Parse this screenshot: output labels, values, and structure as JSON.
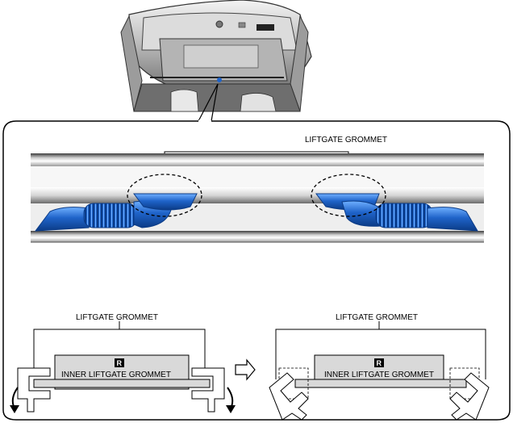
{
  "labels": {
    "top_grommet": "LIFTGATE GROMMET",
    "left_grommet": "LIFTGATE GROMMET",
    "right_grommet": "LIFTGATE GROMMET",
    "left_marker": "R",
    "left_inner": "INNER LIFTGATE GROMMET",
    "right_marker": "R",
    "right_inner": "INNER LIFTGATE GROMMET"
  },
  "colors": {
    "grommet_blue": "#1f63c9",
    "grommet_dark": "#0b3b86",
    "body_gray": "#c8c8c8",
    "inner_fill": "#d9d9d9"
  }
}
